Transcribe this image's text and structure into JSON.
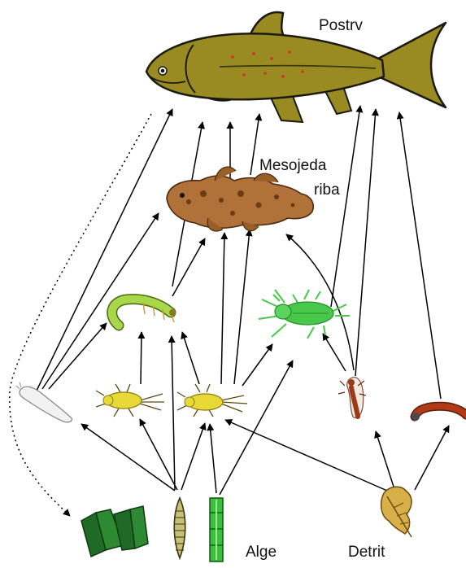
{
  "labels": {
    "trout": "Postrv",
    "predatory_fish_line1": "Mesojeda",
    "predatory_fish_line2": "riba",
    "algae": "Alge",
    "detritus": "Detrit"
  },
  "colors": {
    "trout_body": "#9a8a22",
    "trout_outline": "#1a1a10",
    "trout_spots": "#d2302a",
    "sculpin_body": "#b07238",
    "larva_green": "#a8d84a",
    "mayfly_yellow": "#e8d838",
    "stonefly_green": "#48c84a",
    "caddis_brown": "#9a3a18",
    "worm_red": "#b03a18",
    "algae_dark_green": "#1f6a26",
    "algae_light_green": "#3cbf3c",
    "leaf_tan": "#d8b04a",
    "arrow": "#000000"
  },
  "organisms": [
    "trout-icon",
    "predatory-fish-icon",
    "chironomid-larva-icon",
    "stonefly-nymph-icon",
    "blackfly-larva-icon",
    "mayfly-nymph-left-icon",
    "mayfly-nymph-right-icon",
    "caddis-larva-icon",
    "oligochaete-worm-icon",
    "filamentous-algae-icon",
    "diatom-icon",
    "green-algae-filament-icon",
    "dead-leaf-icon"
  ]
}
